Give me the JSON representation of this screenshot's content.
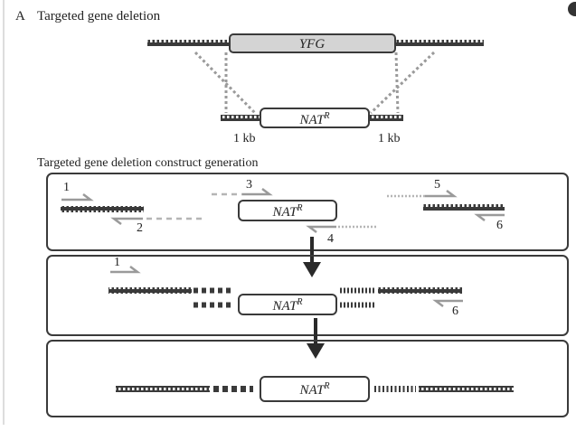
{
  "panel_label": "A",
  "title": "Targeted gene deletion",
  "subtitle": "Targeted gene deletion construct generation",
  "gene": "YFG",
  "marker": {
    "name": "NAT",
    "superscript": "R"
  },
  "flank_labels": [
    "1 kb",
    "1 kb"
  ],
  "primers": [
    "1",
    "2",
    "3",
    "4",
    "5",
    "6"
  ],
  "colors": {
    "dna": "#3a3a3a",
    "gene_fill": "#d4d4d4",
    "primer": "#9a9a9a",
    "arrow": "#2a2a2a"
  }
}
